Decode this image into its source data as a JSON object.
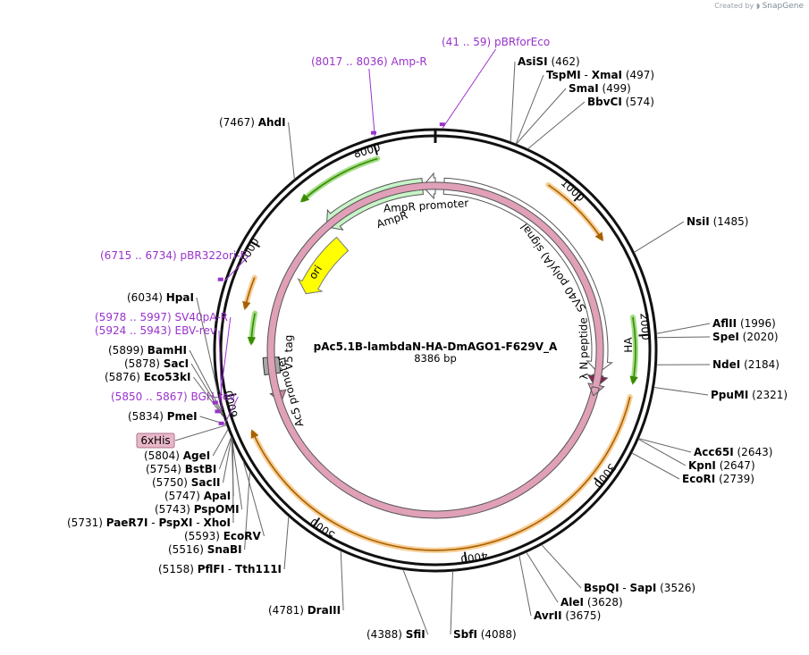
{
  "credit": {
    "prefix": "Created by",
    "brand": "SnapGene"
  },
  "plasmid": {
    "name": "pAc5.1B-lambdaN-HA-DmAGO1-F629V_A",
    "length_label": "8386 bp",
    "length": 8386
  },
  "ticks": [
    {
      "pos": 1000,
      "label": "1000"
    },
    {
      "pos": 2000,
      "label": "2000"
    },
    {
      "pos": 3000,
      "label": "3000"
    },
    {
      "pos": 4000,
      "label": "4000"
    },
    {
      "pos": 5000,
      "label": "5000"
    },
    {
      "pos": 6000,
      "label": "6000"
    },
    {
      "pos": 7000,
      "label": "7000"
    },
    {
      "pos": 8000,
      "label": "8000"
    }
  ],
  "features": [
    {
      "name": "AmpR promoter",
      "start": 8283,
      "end": 8386
    },
    {
      "name": "AmpR",
      "start": 7422,
      "end": 8282
    },
    {
      "name": "ori",
      "start": 6840,
      "end": 7428
    },
    {
      "name": "SV40 poly(A) signal",
      "start": 6098,
      "end": 6232
    },
    {
      "name": "V5 tag",
      "start": 5855,
      "end": 5896
    },
    {
      "name": "Ac5 promoter",
      "start": 70,
      "end": 2280
    },
    {
      "name": "λ N peptide",
      "start": 2300,
      "end": 2362
    },
    {
      "name": "HA",
      "start": 2370,
      "end": 2396
    }
  ],
  "orfs": [
    {
      "start": 7427,
      "end": 7995
    },
    {
      "start": 800,
      "end": 1300
    },
    {
      "start": 1875,
      "end": 2300
    },
    {
      "start": 2410,
      "end": 5720
    },
    {
      "start": 6355,
      "end": 6560
    },
    {
      "start": 6595,
      "end": 6800
    }
  ],
  "tags": [
    {
      "label": "6xHis"
    }
  ],
  "site_labels": [
    {
      "pos": 462,
      "name": "AsiSI",
      "num": "(462)",
      "type": "enzyme"
    },
    {
      "pos": 497,
      "name": "TspMI",
      "sep": " - ",
      "name2": "XmaI",
      "num": "(497)",
      "type": "enzyme"
    },
    {
      "pos": 499,
      "name": "SmaI",
      "num": "(499)",
      "type": "enzyme"
    },
    {
      "pos": 574,
      "name": "BbvCI",
      "num": "(574)",
      "type": "enzyme"
    },
    {
      "pos": 1485,
      "name": "NsiI",
      "num": "(1485)",
      "type": "enzyme"
    },
    {
      "pos": 1996,
      "name": "AflII",
      "num": "(1996)",
      "type": "enzyme"
    },
    {
      "pos": 2020,
      "name": "SpeI",
      "num": "(2020)",
      "type": "enzyme"
    },
    {
      "pos": 2184,
      "name": "NdeI",
      "num": "(2184)",
      "type": "enzyme"
    },
    {
      "pos": 2321,
      "name": "PpuMI",
      "num": "(2321)",
      "type": "enzyme"
    },
    {
      "pos": 2643,
      "name": "Acc65I",
      "num": "(2643)",
      "type": "enzyme"
    },
    {
      "pos": 2647,
      "name": "KpnI",
      "num": "(2647)",
      "type": "enzyme"
    },
    {
      "pos": 2739,
      "name": "EcoRI",
      "num": "(2739)",
      "type": "enzyme"
    },
    {
      "pos": 3526,
      "name": "BspQI",
      "sep": " - ",
      "name2": "SapI",
      "num": "(3526)",
      "type": "enzyme"
    },
    {
      "pos": 3628,
      "name": "AleI",
      "num": "(3628)",
      "type": "enzyme"
    },
    {
      "pos": 3675,
      "name": "AvrII",
      "num": "(3675)",
      "type": "enzyme"
    },
    {
      "pos": 4088,
      "name": "SbfI",
      "num": "(4088)",
      "type": "enzyme"
    },
    {
      "pos": 4388,
      "name": "SfiI",
      "num": "(4388)",
      "type": "enzyme"
    },
    {
      "pos": 4781,
      "name": "DraIII",
      "num": "(4781)",
      "type": "enzyme"
    },
    {
      "pos": 5158,
      "name": "PflFI",
      "sep": " - ",
      "name2": "Tth111I",
      "num": "(5158)",
      "type": "enzyme"
    },
    {
      "pos": 5516,
      "name": "SnaBI",
      "num": "(5516)",
      "type": "enzyme"
    },
    {
      "pos": 5593,
      "name": "EcoRV",
      "num": "(5593)",
      "type": "enzyme"
    },
    {
      "pos": 5731,
      "name": "PaeR7I",
      "sep": " - ",
      "name2": "PspXI",
      "sep2": " - ",
      "name3": "XhoI",
      "num": "(5731)",
      "type": "enzyme"
    },
    {
      "pos": 5743,
      "name": "PspOMI",
      "num": "(5743)",
      "type": "enzyme"
    },
    {
      "pos": 5747,
      "name": "ApaI",
      "num": "(5747)",
      "type": "enzyme"
    },
    {
      "pos": 5750,
      "name": "SacII",
      "num": "(5750)",
      "type": "enzyme"
    },
    {
      "pos": 5754,
      "name": "BstBI",
      "num": "(5754)",
      "type": "enzyme"
    },
    {
      "pos": 5804,
      "name": "AgeI",
      "num": "(5804)",
      "type": "enzyme"
    },
    {
      "pos": 5834,
      "name": "PmeI",
      "num": "(5834)",
      "type": "enzyme"
    },
    {
      "pos": 5850,
      "name": "BGH-rev",
      "num": "(5850 .. 5867)",
      "type": "primer"
    },
    {
      "pos": 5876,
      "name": "Eco53kI",
      "num": "(5876)",
      "type": "enzyme"
    },
    {
      "pos": 5878,
      "name": "SacI",
      "num": "(5878)",
      "type": "enzyme"
    },
    {
      "pos": 5899,
      "name": "BamHI",
      "num": "(5899)",
      "type": "enzyme"
    },
    {
      "pos": 5924,
      "name": "EBV-rev",
      "num": "(5924 .. 5943)",
      "type": "primer"
    },
    {
      "pos": 5978,
      "name": "SV40pA-R",
      "num": "(5978 .. 5997)",
      "type": "primer"
    },
    {
      "pos": 6034,
      "name": "HpaI",
      "num": "(6034)",
      "type": "enzyme"
    },
    {
      "pos": 6715,
      "name": "pBR322ori-F",
      "num": "(6715 .. 6734)",
      "type": "primer"
    },
    {
      "pos": 7467,
      "name": "AhdI",
      "num": "(7467)",
      "type": "enzyme"
    },
    {
      "pos": 8017,
      "name": "Amp-R",
      "num": "(8017 .. 8036)",
      "type": "primer"
    },
    {
      "pos": 41,
      "name": "pBRforEco",
      "num": "(41 .. 59)",
      "type": "primer"
    }
  ]
}
